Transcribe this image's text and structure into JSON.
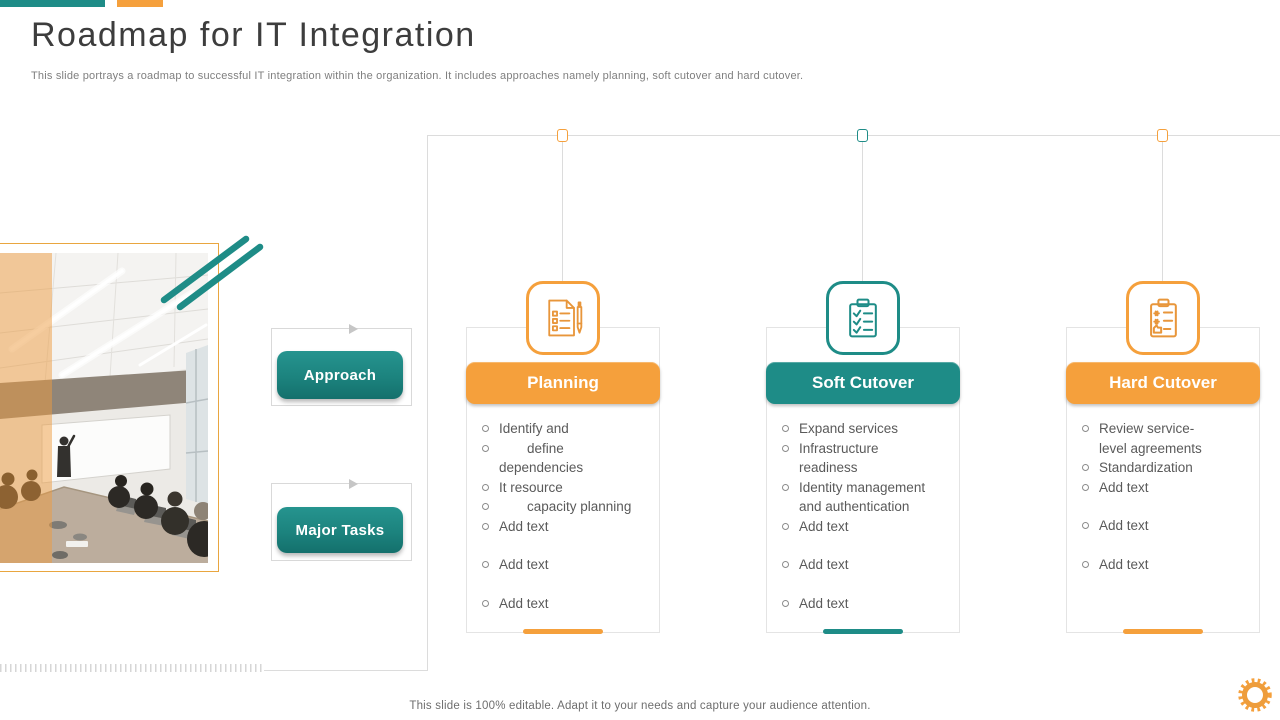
{
  "header": {
    "title": "Roadmap for IT Integration",
    "subtitle": "This slide portrays a roadmap to successful IT integration within the organization. It includes approaches namely planning, soft cutover and hard cutover."
  },
  "side_labels": [
    {
      "label": "Approach"
    },
    {
      "label": "Major Tasks"
    }
  ],
  "columns": [
    {
      "title": "Planning",
      "accent": "#F5A03C",
      "icon": "document-pen-icon",
      "items": [
        {
          "line": "Identify and",
          "bullet": true
        },
        {
          "line": "define",
          "bullet": true,
          "indent": true
        },
        {
          "line": "dependencies",
          "bullet": false
        },
        {
          "line": "It resource",
          "bullet": true
        },
        {
          "line": "capacity planning",
          "bullet": true,
          "indent": true
        },
        {
          "line": "Add text",
          "bullet": true
        },
        {
          "line": "Add text",
          "bullet": true,
          "gap": true
        },
        {
          "line": "Add text",
          "bullet": true,
          "gap": true
        }
      ]
    },
    {
      "title": "Soft Cutover",
      "accent": "#1E8C87",
      "icon": "clipboard-checklist-icon",
      "items": [
        {
          "line": "Expand services",
          "bullet": true
        },
        {
          "line": "Infrastructure",
          "bullet": true
        },
        {
          "line": "readiness",
          "bullet": false
        },
        {
          "line": "Identity management",
          "bullet": true
        },
        {
          "line": "and authentication",
          "bullet": false
        },
        {
          "line": "Add text",
          "bullet": true
        },
        {
          "line": "Add text",
          "bullet": true,
          "gap": true
        },
        {
          "line": "Add text",
          "bullet": true,
          "gap": true
        }
      ]
    },
    {
      "title": "Hard Cutover",
      "accent": "#F5A03C",
      "icon": "clipboard-approved-icon",
      "items": [
        {
          "line": "Review service-",
          "bullet": true
        },
        {
          "line": "level agreements",
          "bullet": false
        },
        {
          "line": "Standardization",
          "bullet": true
        },
        {
          "line": "Add text",
          "bullet": true
        },
        {
          "line": "Add text",
          "bullet": true,
          "gap": true
        },
        {
          "line": "Add text",
          "bullet": true,
          "gap": true
        }
      ]
    }
  ],
  "footer": {
    "note": "This slide is 100% editable. Adapt it to your  needs and capture your audience attention."
  },
  "colors": {
    "teal": "#1E8C87",
    "orange": "#F5A03C",
    "line_gray": "#DCDCDC",
    "body_text": "#5A5A5A"
  }
}
